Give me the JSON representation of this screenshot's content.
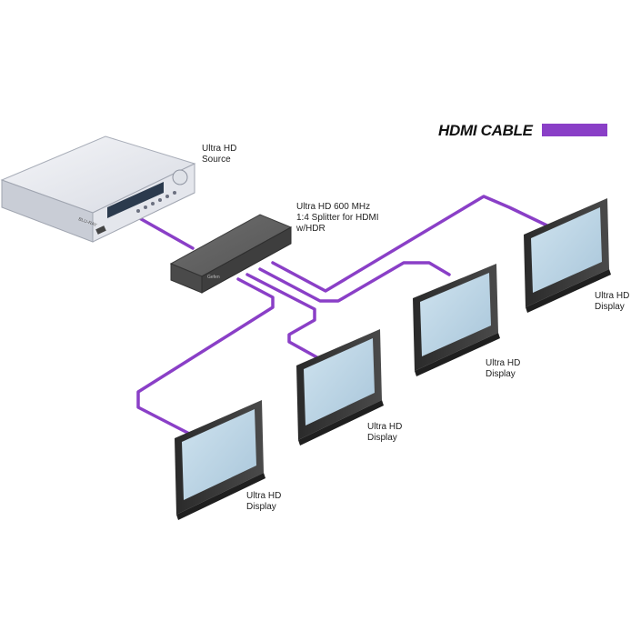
{
  "legend": {
    "title": "HDMI CABLE",
    "cable_color": "#8a3fc7"
  },
  "source": {
    "label": "Ultra HD\nSource",
    "brand_text": "BLU-RAY"
  },
  "splitter": {
    "label": "Ultra HD 600 MHz\n1:4 Splitter for HDMI\nw/HDR",
    "brand_text": "Gefen"
  },
  "displays": [
    {
      "label": "Ultra HD\nDisplay"
    },
    {
      "label": "Ultra HD\nDisplay"
    },
    {
      "label": "Ultra HD\nDisplay"
    },
    {
      "label": "Ultra HD\nDisplay"
    }
  ]
}
